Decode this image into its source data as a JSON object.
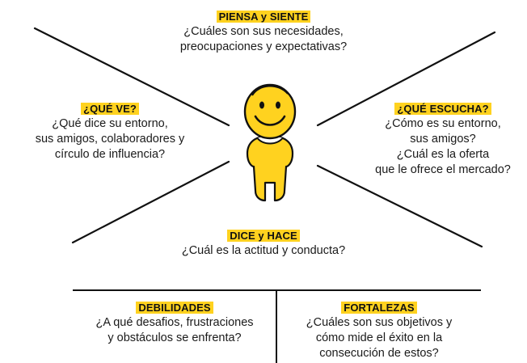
{
  "accent_color": "#ffd21f",
  "line_color": "#111111",
  "quadrants": {
    "piensa": {
      "title": "PIENSA y SIENTE",
      "line1": "¿Cuáles son sus necesidades,",
      "line2": "preocupaciones y expectativas?"
    },
    "ve": {
      "title": "¿QUÉ VE?",
      "line1": "¿Qué dice su entorno,",
      "line2": "sus amigos, colaboradores y",
      "line3": "círculo de influencia?"
    },
    "escucha": {
      "title": "¿QUÉ ESCUCHA?",
      "line1": "¿Cómo es su entorno,",
      "line2": "sus amigos?",
      "line3": "¿Cuál es la oferta",
      "line4": "que le ofrece el mercado?"
    },
    "dice": {
      "title": "DICE y HACE",
      "line1": "¿Cuál es la actitud y conducta?"
    }
  },
  "bottom": {
    "debilidades": {
      "title": "DEBILIDADES",
      "line1": "¿A qué desafios, frustraciones",
      "line2": "y obstáculos se enfrenta?"
    },
    "fortalezas": {
      "title": "FORTALEZAS",
      "line1": "¿Cuáles son sus objetivos y",
      "line2": "cómo mide el éxito en la",
      "line3": "consecución de estos?"
    }
  },
  "center_figure": {
    "icon": "smiley-person-icon",
    "color": "#ffd21f"
  }
}
